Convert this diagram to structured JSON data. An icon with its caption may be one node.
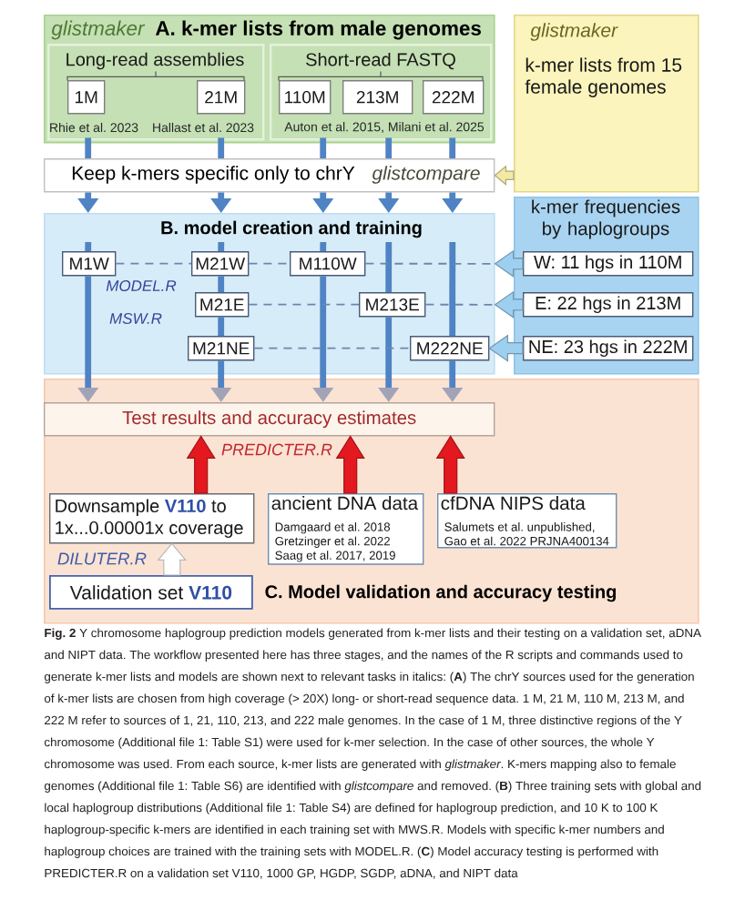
{
  "diagram": {
    "caption": "**Fig. 2** Y chromosome haplogroup prediction models generated from k-mer lists and their testing on a validation set, aDNA and NIPT data. The workflow presented here has three stages, and the names of the R scripts and commands used to generate k-mer lists and models are shown next to relevant tasks in italics: (**A**) The chrY sources used for the generation of k-mer lists are chosen from high coverage (> 20X) long- or short-read sequence data. 1 M, 21 M, 110 M, 213 M, and 222 M refer to sources of 1, 21, 110, 213, and 222 male genomes. In the case of 1 M, three distinctive regions of the Y chromosome (Additional file 1: Table S1) were used for k-mer selection. In the case of other sources, the whole Y chromosome was used. From each source, k-mer lists are generated with *glistmaker*. K-mers mapping also to female genomes (Additional file 1: Table S6) are identified with *glistcompare* and removed. (**B**) Three training sets with global and local haplogroup distributions (Additional file 1: Table S4) are defined for haplogroup prediction, and 10 K to 100 K haplogroup-specific k-mers are identified in each training set with MWS.R. Models with specific k-mer numbers and haplogroup choices are trained with the training sets with MODEL.R. (**C**) Model accuracy testing is performed with PREDICTER.R on a validation set V110, 1000 GP, HGDP, SGDP, aDNA, and NIPT data",
    "nodes": [
      {
        "text": [
          "glistmaker",
          "A. k-mer lists from male genomes"
        ]
      },
      {
        "text": [
          "Long-read assemblies"
        ],
        "in": 0
      },
      {
        "text": [
          "1M"
        ],
        "in": 1,
        "beside": [
          "Rhie et al. 2023"
        ]
      },
      {
        "text": [
          "21M"
        ],
        "in": 1,
        "beside": [
          "Hallast et al. 2023"
        ]
      },
      {
        "text": [
          "Short-read FASTQ",
          "Auton et al. 2015, Milani et al. 2025"
        ],
        "in": 0
      },
      {
        "text": [
          "110M"
        ],
        "in": 4
      },
      {
        "text": [
          "213M"
        ],
        "in": 4
      },
      {
        "text": [
          "222M"
        ],
        "in": 4
      },
      {
        "text": [
          "glistmaker",
          "k-mer lists from 15 female genomes"
        ]
      },
      {
        "text": [
          "Keep k-mers specific only to chrY",
          "glistcompare"
        ]
      },
      {
        "text": [
          "B. model creation and training",
          "MODEL.R",
          "MSW.R"
        ]
      },
      {
        "text": [
          "k-mer frequencies by haplogroups"
        ]
      },
      {
        "text": [
          "W: 11 hgs in 110M"
        ],
        "in": 11
      },
      {
        "text": [
          "E: 22 hgs in 213M"
        ],
        "in": 11
      },
      {
        "text": [
          "NE: 23 hgs in 222M"
        ],
        "in": 11
      },
      {
        "text": [
          "M1W"
        ],
        "in": 10
      },
      {
        "text": [
          "M21W"
        ],
        "in": 10
      },
      {
        "text": [
          "M110W"
        ],
        "in": 10
      },
      {
        "text": [
          "M21E"
        ],
        "in": 10
      },
      {
        "text": [
          "M213E"
        ],
        "in": 10
      },
      {
        "text": [
          "M21NE"
        ],
        "in": 10
      },
      {
        "text": [
          "M222NE"
        ],
        "in": 10
      },
      {
        "text": [
          "PREDICTER.R",
          "DILUTER.R",
          "C. Model validation and accuracy testing"
        ]
      },
      {
        "text": [
          "Test results and accuracy estimates"
        ],
        "in": 22
      },
      {
        "text": [
          "Downsample **V110** to 1x...0.00001x coverage"
        ],
        "in": 22
      },
      {
        "text": [
          "Validation set **V110**"
        ],
        "in": 22
      },
      {
        "text": [
          "ancient DNA data",
          "Damgaard et al. 2018 Gretzinger et al. 2022 Saag et al. 2017, 2019"
        ],
        "in": 22
      },
      {
        "text": [
          "cfDNA NIPS data",
          "Salumets et al. unpublished, Gao et al. 2022 PRJNA400134"
        ],
        "in": 22
      }
    ],
    "edges": [
      {
        "from": 2,
        "to": 9,
        "arrow": "none"
      },
      {
        "from": 3,
        "to": 9,
        "arrow": "none"
      },
      {
        "from": 5,
        "to": 9,
        "arrow": "none"
      },
      {
        "from": 6,
        "to": 9,
        "arrow": "none"
      },
      {
        "from": 7,
        "to": 9,
        "arrow": "none"
      },
      {
        "from": 9,
        "to": 10,
        "arrow": "to"
      },
      {
        "from": 9,
        "to": 10,
        "arrow": "to"
      },
      {
        "from": 9,
        "to": 10,
        "arrow": "to"
      },
      {
        "from": 9,
        "to": 10,
        "arrow": "to"
      },
      {
        "from": 9,
        "to": 10,
        "arrow": "to"
      },
      {
        "from": null,
        "to": 15,
        "arrow": "none"
      },
      {
        "from": null,
        "to": 16,
        "arrow": "none"
      },
      {
        "from": null,
        "to": 17,
        "arrow": "none"
      },
      {
        "from": null,
        "to": 19,
        "arrow": "none"
      },
      {
        "from": null,
        "to": 21,
        "arrow": "none"
      },
      {
        "from": 16,
        "to": 18,
        "arrow": "none"
      },
      {
        "from": 18,
        "to": 20,
        "arrow": "none"
      },
      {
        "from": 15,
        "to": 23,
        "arrow": "to"
      },
      {
        "from": 20,
        "to": 23,
        "arrow": "to"
      },
      {
        "from": 17,
        "to": 23,
        "arrow": "to"
      },
      {
        "from": 19,
        "to": 23,
        "arrow": "to"
      },
      {
        "from": 21,
        "to": 23,
        "arrow": "to"
      },
      {
        "from": 15,
        "to": 16,
        "arrow": "none",
        "style": "dashed",
        "color": "#6f86ad"
      },
      {
        "from": 16,
        "to": 17,
        "arrow": "none",
        "style": "dashed",
        "color": "#6f86ad"
      },
      {
        "from": 17,
        "to": 10,
        "arrow": "none",
        "style": "dashed",
        "color": "#6f86ad"
      },
      {
        "from": 18,
        "to": 19,
        "arrow": "none",
        "style": "dashed",
        "color": "#6f86ad"
      },
      {
        "from": 19,
        "to": 10,
        "arrow": "none",
        "style": "dashed",
        "color": "#6f86ad"
      },
      {
        "from": 20,
        "to": 21,
        "arrow": "none",
        "style": "dashed",
        "color": "#6f86ad"
      },
      {
        "from": 12,
        "to": 10,
        "arrow": "to",
        "style": "thick",
        "color": "#9dd0f0"
      },
      {
        "from": 13,
        "to": 10,
        "arrow": "to",
        "style": "thick",
        "color": "#9dd0f0"
      },
      {
        "from": 14,
        "to": 21,
        "arrow": "to",
        "style": "thick",
        "color": "#9dd0f0"
      },
      {
        "from": 8,
        "to": 9,
        "arrow": "to",
        "style": "thick",
        "color": "#f3e9a4"
      },
      {
        "from": 25,
        "to": 24,
        "arrow": "to",
        "style": "thick",
        "color": "#ffffff"
      },
      {
        "from": 24,
        "to": 23,
        "arrow": "to",
        "style": "thick",
        "color": "#e3191f"
      },
      {
        "from": 26,
        "to": 23,
        "arrow": "to",
        "style": "thick",
        "color": "#e3191f"
      },
      {
        "from": 27,
        "to": 23,
        "arrow": "to",
        "style": "thick",
        "color": "#e3191f"
      }
    ]
  }
}
